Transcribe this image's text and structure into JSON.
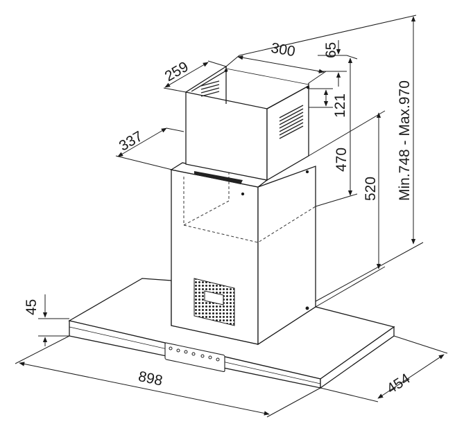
{
  "diagram": {
    "dimensions": {
      "chimney_upper_depth": "259",
      "chimney_upper_width": "300",
      "chimney_upper_top_offset": "65",
      "vent_height": "121",
      "chimney_front_width": "337",
      "chimney_upper_height": "470",
      "chimney_lower_height": "520",
      "total_height_range": "Min.748 - Max.970",
      "canopy_thickness": "45",
      "canopy_width": "898",
      "canopy_depth": "454"
    },
    "colors": {
      "line": "#1a1a1a",
      "dashed": "#333333",
      "vent": "#222222"
    }
  }
}
